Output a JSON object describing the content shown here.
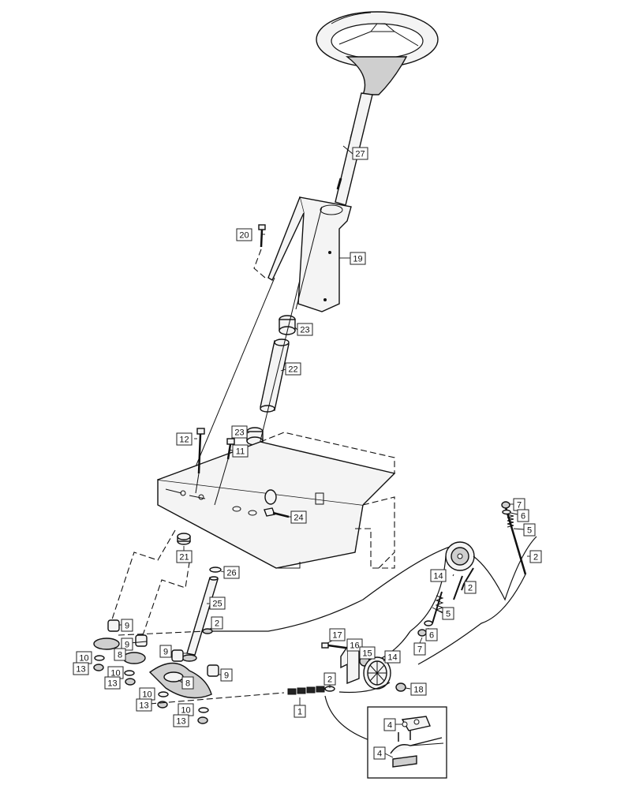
{
  "diagram": {
    "labels": {
      "steering_wheel_shaft": "27",
      "screw_upper": "20",
      "support_bracket": "19",
      "bushing_upper": "23",
      "tube": "22",
      "bushing_lower": "23",
      "bolt_a": "12",
      "bolt_b": "11",
      "bolt_pivot": "24",
      "bushing_frame": "21",
      "washer_shaft": "26",
      "lower_shaft": "25",
      "cable_a": "2",
      "cable_b": "2",
      "cable_c": "2",
      "cable_d": "2",
      "sprocket_left": "8",
      "sprocket_right": "8",
      "spacer_1": "9",
      "spacer_2": "9",
      "spacer_3": "9",
      "spacer_4": "9",
      "washer_1": "10",
      "washer_2": "10",
      "washer_3": "10",
      "washer_4": "10",
      "nut_1": "13",
      "nut_2": "13",
      "nut_3": "13",
      "nut_4": "13",
      "pulley_upper": "14",
      "pulley_lower": "14",
      "spring_upper": "5",
      "spring_lower": "5",
      "washer_upper": "6",
      "washer_lower": "6",
      "nut_upper": "7",
      "nut_lower": "7",
      "bolt_idler": "17",
      "bracket_idler": "16",
      "washer_idler": "15",
      "nut_idler": "18",
      "chain": "1",
      "link_a": "4",
      "link_b": "4"
    }
  }
}
